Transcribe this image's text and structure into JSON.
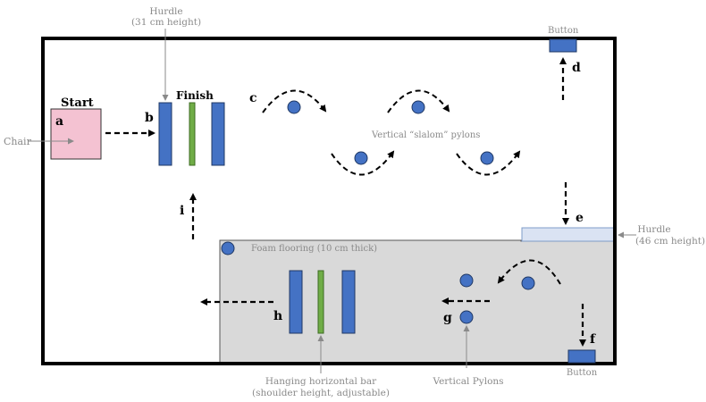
{
  "markers": {
    "a": "a",
    "b": "b",
    "c": "c",
    "d": "d",
    "e": "e",
    "f": "f",
    "g": "g",
    "h": "h",
    "i": "i"
  },
  "labels": {
    "start": "Start",
    "finish": "Finish",
    "chair": "Chair",
    "hurdle_top_title": "Hurdle",
    "hurdle_top_height": "(31 cm height)",
    "hurdle_right_title": "Hurdle",
    "hurdle_right_height": "(46 cm height)",
    "button_top": "Button",
    "button_bottom": "Button",
    "slalom": "Vertical “slalom” pylons",
    "foam": "Foam flooring (10 cm thick)",
    "hanging_bar_line1": "Hanging horizontal bar",
    "hanging_bar_line2": "(shoulder height, adjustable)",
    "vertical_pylons": "Vertical Pylons"
  },
  "colors": {
    "pylon_fill": "#4472c4",
    "pylon_stroke": "#1f3864",
    "bar_green": "#70ad47",
    "chair_fill": "#f4c2d2",
    "foam_fill": "#d9d9d9",
    "hurdle_right_fill": "#dae3f3",
    "annotation_gray": "#8a8a8a"
  }
}
